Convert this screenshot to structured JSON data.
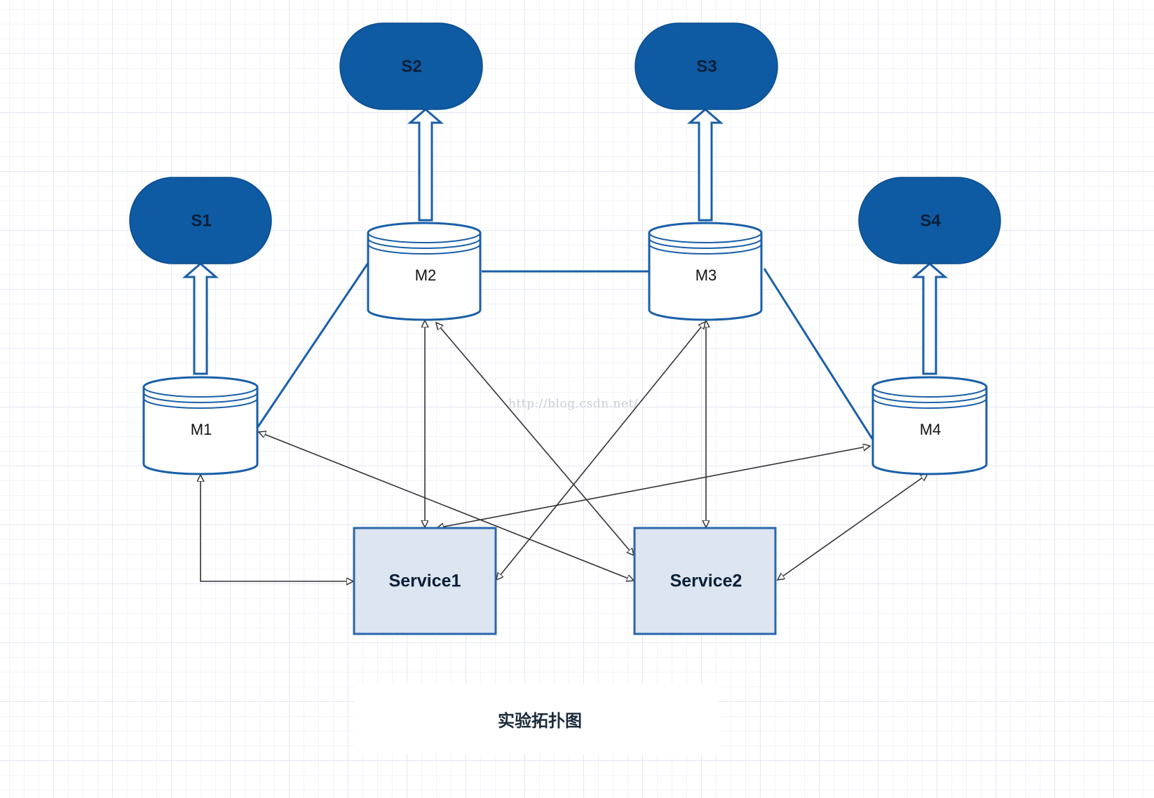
{
  "diagram": {
    "caption": "实验拓扑图",
    "watermark": "http://blog.csdn.net/",
    "colors": {
      "slave_fill": "#0e5aa3",
      "master_stroke": "#1a5fa8",
      "service_fill": "#dde5f1",
      "service_stroke": "#2a66ad",
      "connector": "#333333"
    },
    "slaves": {
      "s1": "S1",
      "s2": "S2",
      "s3": "S3",
      "s4": "S4"
    },
    "masters": {
      "m1": "M1",
      "m2": "M2",
      "m3": "M3",
      "m4": "M4"
    },
    "services": {
      "service1": "Service1",
      "service2": "Service2"
    }
  }
}
